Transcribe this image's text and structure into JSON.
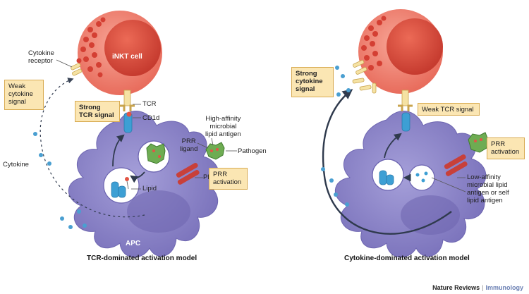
{
  "left_panel": {
    "cell_label": "iNKT cell",
    "cytokine_receptor": "Cytokine\nreceptor",
    "weak_cytokine_signal": "Weak\ncytokine\nsignal",
    "strong_tcr_signal": "Strong\nTCR signal",
    "tcr": "TCR",
    "cd1d": "CD1d",
    "high_affinity_antigen": "High-affinity\nmicrobial\nlipid antigen",
    "prr_ligand": "PRR\nligand",
    "pathogen": "Pathogen",
    "cytokine": "Cytokine",
    "lipid": "Lipid",
    "prr": "PRR",
    "prr_activation": "PRR\nactivation",
    "apc": "APC",
    "caption": "TCR-dominated activation model"
  },
  "right_panel": {
    "strong_cytokine_signal": "Strong\ncytokine\nsignal",
    "weak_tcr_signal": "Weak TCR signal",
    "prr_activation": "PRR\nactivation",
    "low_affinity_antigen": "Low-affinity\nmicrobial lipid\nantigen or self\nlipid antigen",
    "caption": "Cytokine-dominated activation model"
  },
  "credit": {
    "publisher": "Nature Reviews",
    "journal": "Immunology"
  },
  "colors": {
    "inkt_outer": "#ee7b6c",
    "inkt_nucleus": "#d84a3c",
    "apc_body": "#8a82c6",
    "apc_dark": "#5f57a3",
    "label_box_fill": "#fbe6b3",
    "receptor_blue": "#3d9fd4",
    "pathogen_green": "#6eac52",
    "prr_red": "#c8403a"
  }
}
